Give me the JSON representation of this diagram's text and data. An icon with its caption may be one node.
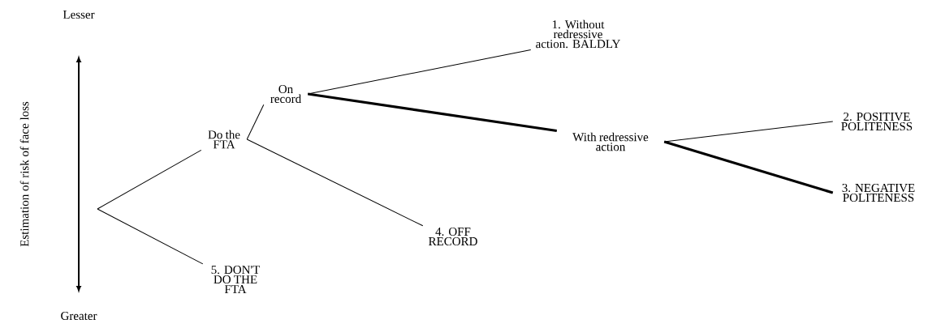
{
  "diagram": {
    "nodes": [
      {
        "text": [
          "Do the FTA"
        ]
      },
      {
        "text": [
          "On record"
        ]
      },
      {
        "text": [
          "4. OFF RECORD"
        ]
      },
      {
        "text": [
          "1. Without redressive action. BALDLY"
        ]
      },
      {
        "text": [
          "With redressive action"
        ]
      },
      {
        "text": [
          "2. POSITIVE POLITENESS"
        ]
      },
      {
        "text": [
          "3. NEGATIVE POLITENESS"
        ]
      },
      {
        "text": [
          "5. DON'T DO THE FTA"
        ]
      }
    ],
    "edges": [
      {
        "from": null,
        "to": 0,
        "arrow": "none"
      },
      {
        "from": null,
        "to": 7,
        "arrow": "none"
      },
      {
        "from": 0,
        "to": 1,
        "arrow": "none"
      },
      {
        "from": 0,
        "to": 2,
        "arrow": "none"
      },
      {
        "from": 1,
        "to": 3,
        "arrow": "none"
      },
      {
        "from": 1,
        "to": 4,
        "arrow": "none",
        "style": "thick"
      },
      {
        "from": 4,
        "to": 5,
        "arrow": "none"
      },
      {
        "from": 4,
        "to": 6,
        "arrow": "none",
        "style": "thick"
      }
    ],
    "labels": [
      "Lesser",
      "Estimation of risk of face loss",
      "Greater"
    ]
  }
}
